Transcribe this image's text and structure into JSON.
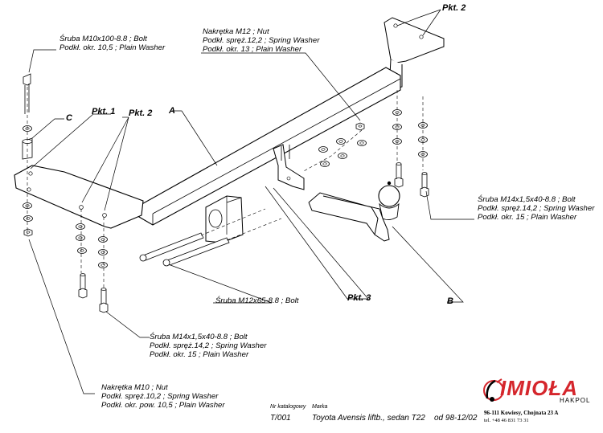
{
  "labels": {
    "bolt_m10": [
      "Śruba M10x100-8.8 ;  Bolt",
      "Podkł. okr. 10,5 ; Plain Washer"
    ],
    "nut_m12": [
      "Nakrętka  M12 ; Nut",
      "Podkł. spręż.12,2 ; Spring Washer",
      "Podkł. okr. 13 ; Plain Washer"
    ],
    "bolt_m14_right": [
      "Śruba M14x1,5x40-8.8 ;  Bolt",
      "Podkł. spręż.14,2 ; Spring Washer",
      "Podkł. okr. 15 ; Plain Washer"
    ],
    "bolt_m12": [
      "Śruba M12x65-8.8 ;  Bolt"
    ],
    "bolt_m14_left": [
      "Śruba M14x1,5x40-8.8 ;  Bolt",
      "Podkł. spręż.14,2 ; Spring Washer",
      "Podkł. okr. 15 ; Plain Washer"
    ],
    "nut_m10": [
      "Nakrętka  M10 ; Nut",
      "Podkł. spręż.10,2 ; Spring Washer",
      "Podkł. okr. pow. 10,5 ; Plain Washer"
    ]
  },
  "points": {
    "pkt2_top": "Pkt. 2",
    "pkt1": "Pkt. 1",
    "pkt2_left": "Pkt. 2",
    "pkt3": "Pkt. 3",
    "a": "A",
    "b": "B",
    "c": "C"
  },
  "footer": {
    "catalog_caption": "Nr katalogowy",
    "brand_caption": "Marka",
    "catalog_number": "T/001",
    "vehicle": "Toyota Avensis liftb., sedan T22",
    "date": "od 98-12/02"
  },
  "company": {
    "logo_text": "IMIOŁA",
    "logo_sub": "HAKPOL",
    "address": "96-111 Kowiesy, Chojnata 23 A",
    "phone": "tel. +48 46 831 73 31"
  },
  "colors": {
    "brand_red": "#d5262c",
    "line": "#000000"
  }
}
